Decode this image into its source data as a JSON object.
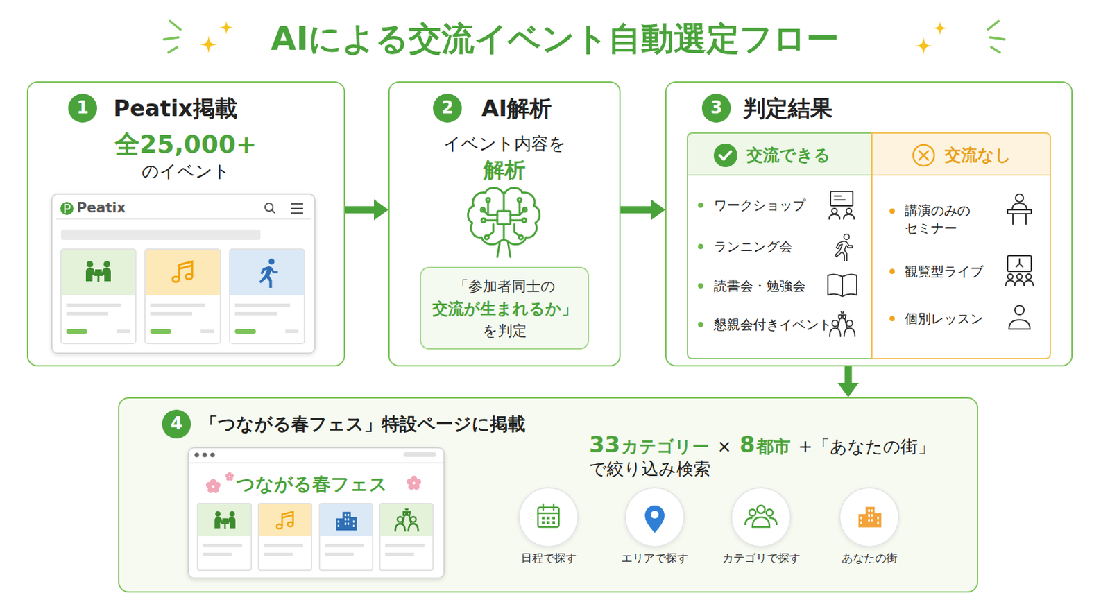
{
  "diagram": {
    "title": "AIによる交流イベント自動選定フロー",
    "nodes": [
      {
        "text": [
          "Peatix掲載",
          "全25,000+",
          "のイベント"
        ]
      },
      {
        "text": [
          "1"
        ],
        "in": 0
      },
      {
        "text": [
          "Peatix"
        ],
        "in": 0
      },
      {
        "text": [
          "AI解析",
          "イベント内容を",
          "解析"
        ]
      },
      {
        "text": [
          "2"
        ],
        "in": 3
      },
      {
        "text": [
          "「参加者同士の",
          "交流が生まれるか」",
          "を判定"
        ],
        "in": 3
      },
      {
        "text": [
          "判定結果"
        ]
      },
      {
        "text": [
          "3"
        ],
        "in": 6
      },
      {
        "text": [
          "交流できる",
          "ワークショップ",
          "ランニング会",
          "読書会・勉強会",
          "懇親会付きイベント"
        ],
        "in": 6
      },
      {
        "text": [
          "交流なし",
          "講演のみの セミナー",
          "観覧型ライブ",
          "個別レッスン"
        ],
        "in": 6
      },
      {
        "text": [
          "「つながる春フェス」特設ページに掲載",
          "33",
          "カテゴリー",
          "×",
          "8",
          "都市",
          "+「あなたの街」",
          "で絞り込み検索"
        ]
      },
      {
        "text": [
          "4"
        ],
        "in": 10
      },
      {
        "text": [
          "つながる春フェス"
        ],
        "in": 10
      },
      {
        "text": [
          "日程で探す"
        ],
        "in": 10
      },
      {
        "text": [
          "エリアで探す"
        ],
        "in": 10
      },
      {
        "text": [
          "カテゴリで探す"
        ],
        "in": 10
      },
      {
        "text": [
          "あなたの街"
        ],
        "in": 10
      }
    ],
    "edges": [
      {
        "from": 0,
        "to": 3,
        "arrow": "to"
      },
      {
        "from": 3,
        "to": 6,
        "arrow": "to"
      },
      {
        "from": 6,
        "to": 10,
        "arrow": "to"
      }
    ]
  }
}
